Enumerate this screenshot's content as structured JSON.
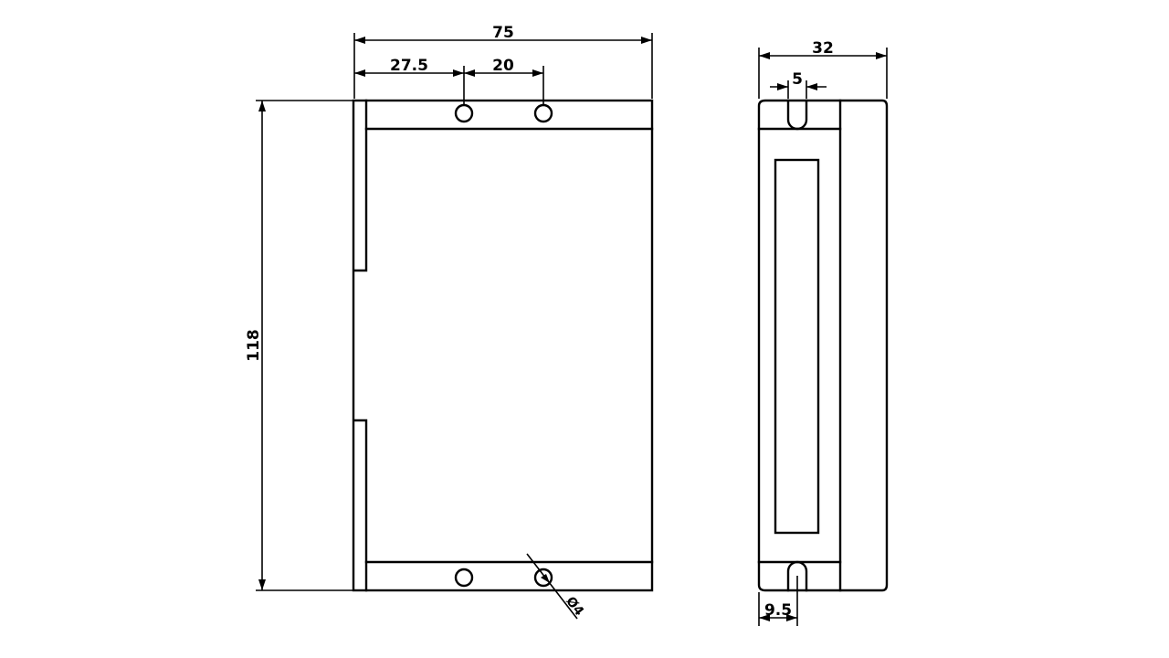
{
  "front_view": {
    "overall_width": "75",
    "hole_offset": "27.5",
    "hole_spacing": "20",
    "overall_height": "118",
    "hole_diameter": "Ø4"
  },
  "side_view": {
    "overall_depth": "32",
    "slot_width": "5",
    "slot_offset": "9.5"
  }
}
